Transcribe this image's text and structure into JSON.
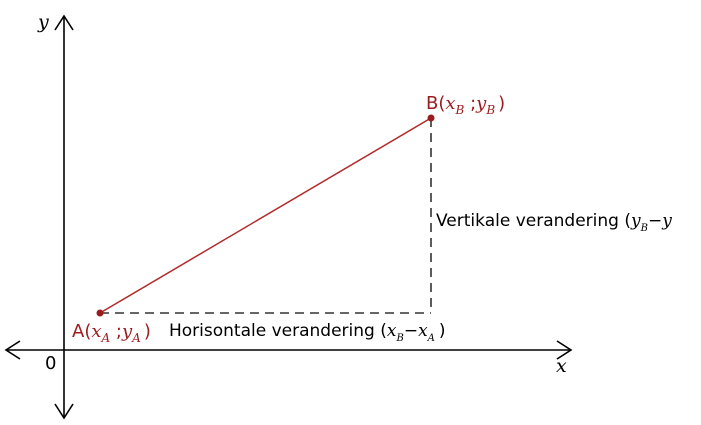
{
  "axes": {
    "x_label": "x",
    "y_label": "y",
    "origin_label": "0"
  },
  "colors": {
    "axis": "#000000",
    "point": "#9b1c1f",
    "segment": "#b22a2a",
    "guide": "#333333",
    "text": "#000000"
  },
  "point_a": {
    "prefix": "A(",
    "x_var": "x",
    "x_sub": "A",
    "sep": " ;",
    "y_var": "y",
    "y_sub": "A",
    "suffix": ")"
  },
  "point_b": {
    "prefix": "B(",
    "x_var": "x",
    "x_sub": "B",
    "sep": " ;",
    "y_var": "y",
    "y_sub": "B",
    "suffix": ")"
  },
  "horizontal_change": {
    "text": "Horisontale verandering (",
    "var1": "x",
    "sub1": "B",
    "minus": "−",
    "var2": "x",
    "sub2": "A",
    "close": ")"
  },
  "vertical_change": {
    "text": "Vertikale verandering (",
    "var1": "y",
    "sub1": "B",
    "minus": "−",
    "var2": "y"
  }
}
